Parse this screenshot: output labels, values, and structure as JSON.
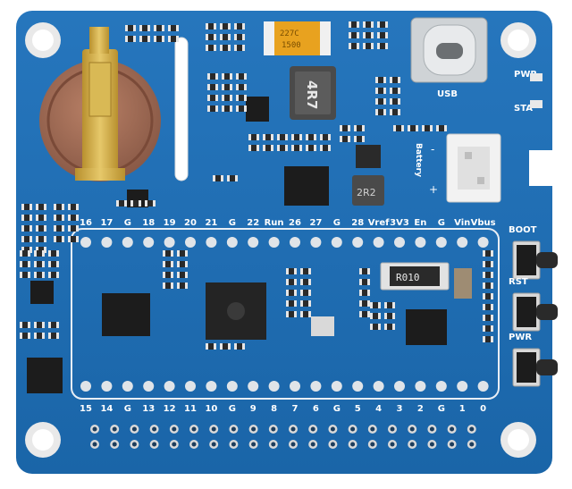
{
  "board": {
    "colors": {
      "pcb": "#1f6fb3",
      "pcb_dark": "#155a94",
      "silk": "#ffffff",
      "pad": "#d9d9d9",
      "ic": "#1c1c1c",
      "battery": "#9a6a55",
      "brass": "#c9a44a"
    },
    "top_pin_labels": [
      "16",
      "17",
      "G",
      "18",
      "19",
      "20",
      "21",
      "G",
      "22",
      "Run",
      "26",
      "27",
      "G",
      "28",
      "Vref",
      "3V3",
      "En",
      "G",
      "Vin",
      "Vbus"
    ],
    "bottom_pin_labels": [
      "15",
      "14",
      "G",
      "13",
      "12",
      "11",
      "10",
      "G",
      "9",
      "8",
      "7",
      "6",
      "G",
      "5",
      "4",
      "3",
      "2",
      "G",
      "1",
      "0"
    ],
    "buttons": [
      {
        "label": "BOOT",
        "icon": "tactile-switch-icon"
      },
      {
        "label": "RST",
        "icon": "tactile-switch-icon"
      },
      {
        "label": "PWR",
        "icon": "tactile-switch-icon"
      }
    ],
    "usb_label": "USB",
    "led_labels": [
      "PWR",
      "STA"
    ],
    "battery_label": "Battery",
    "battery_polarity": [
      "-",
      "+"
    ],
    "inductor_marking": "4R7",
    "shunt_marking": "R010",
    "capacitor_marking": "227C",
    "capacitor_marking_2": "1500",
    "inductor2_marking": "2R2"
  }
}
